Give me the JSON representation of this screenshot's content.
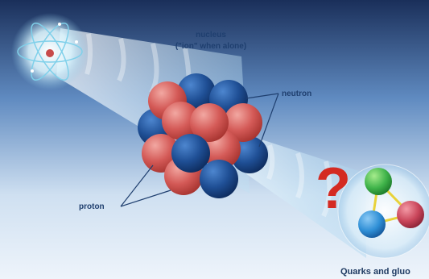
{
  "labels": {
    "nucleus_line1": "nucleus",
    "nucleus_line2": "(\"ion\" when alone)",
    "neutron": "neutron",
    "proton": "proton",
    "question_mark": "?",
    "quarks": "Quarks and gluo"
  },
  "colors": {
    "proton": "#d45a57",
    "neutron": "#1f4f95",
    "quark_green": "#3fb34a",
    "quark_blue": "#2f8fd6",
    "quark_red": "#c9455a",
    "question": "#d42a22",
    "gluon": "#e8d23a"
  },
  "icons": {
    "atom": "atom-icon",
    "nucleus": "nucleus-cluster",
    "quarks": "quark-triangle"
  }
}
